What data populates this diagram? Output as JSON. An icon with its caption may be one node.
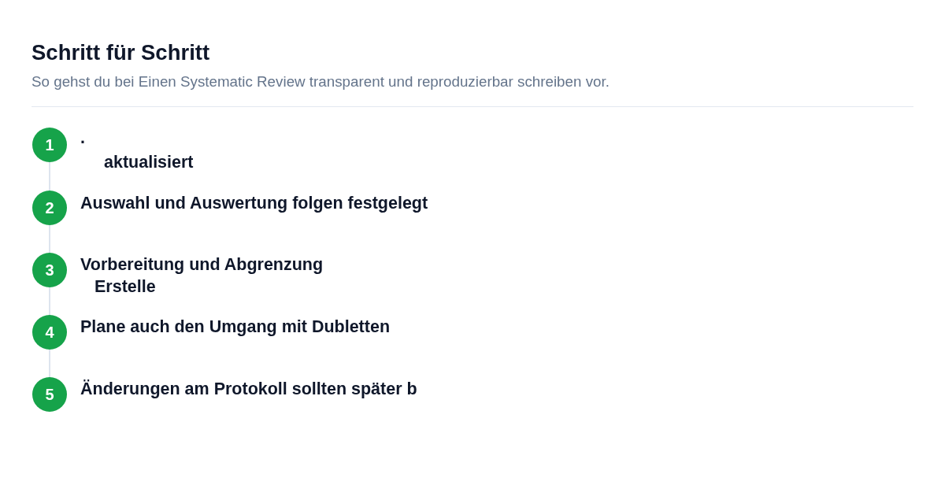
{
  "diagram": {
    "title": "Schritt für Schritt",
    "nodes": [
      {
        "text": [
          "1"
        ],
        "beside": [
          ".",
          "aktualisiert"
        ]
      },
      {
        "text": [
          "2"
        ],
        "beside": [
          "Auswahl und Auswertung folgen festgelegt"
        ]
      },
      {
        "text": [
          "3"
        ],
        "beside": [
          "Vorbereitung und Abgrenzung",
          "Erstelle"
        ]
      },
      {
        "text": [
          "4"
        ],
        "beside": [
          "Plane auch den Umgang mit Dubletten"
        ]
      },
      {
        "text": [
          "5"
        ],
        "beside": [
          "Änderungen am Protokoll sollten später b"
        ]
      }
    ],
    "edges": [
      {
        "from": 0,
        "to": 1,
        "arrow": "none"
      },
      {
        "from": 1,
        "to": 2,
        "arrow": "none"
      },
      {
        "from": 2,
        "to": 3,
        "arrow": "none"
      },
      {
        "from": 3,
        "to": 4,
        "arrow": "none"
      }
    ],
    "labels": [
      "So gehst du bei Einen Systematic Review transparent und reproduzierbar schreiben vor."
    ]
  }
}
